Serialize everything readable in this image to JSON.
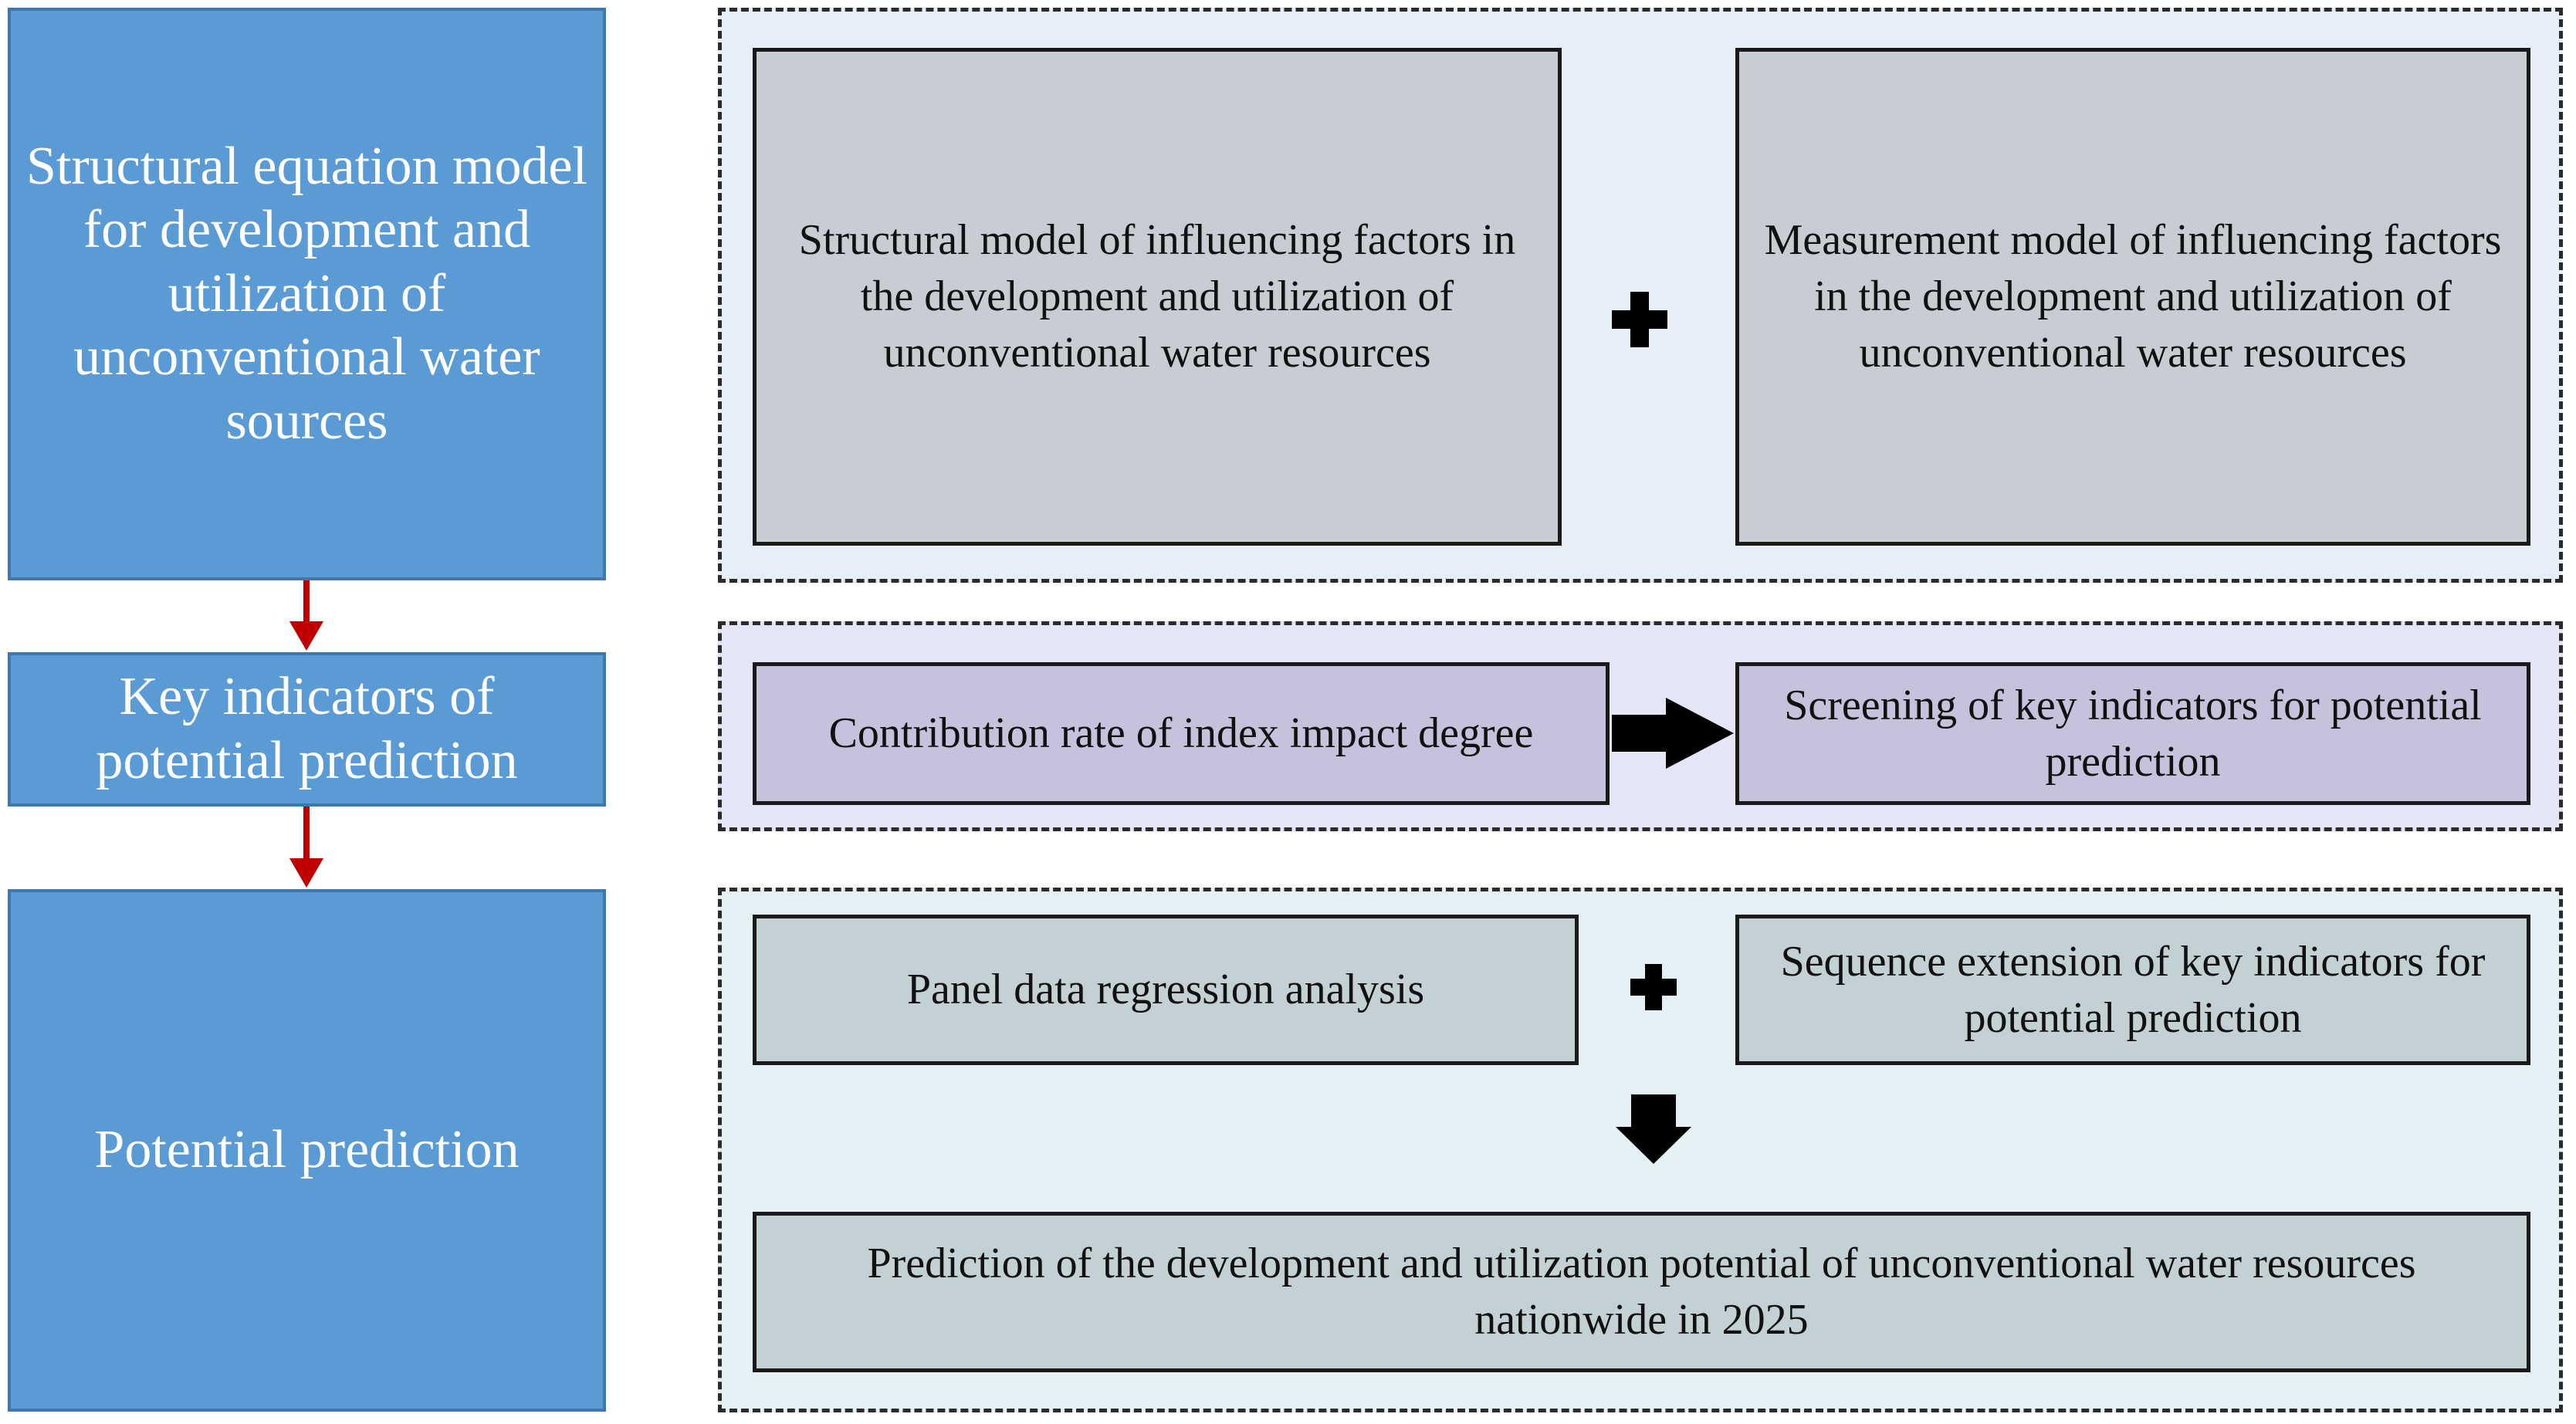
{
  "stages": [
    {
      "label": "Structural equation model for development and utilization of unconventional water sources"
    },
    {
      "label": "Key indicators of potential prediction"
    },
    {
      "label": "Potential prediction"
    }
  ],
  "panel1": {
    "left_box": "Structural model of influencing factors in the development and utilization of unconventional water resources",
    "right_box": "Measurement model of influencing factors in the development and utilization of unconventional water resources",
    "operator": "plus"
  },
  "panel2": {
    "left_box": "Contribution rate of index impact degree",
    "right_box": "Screening of key indicators for potential prediction",
    "operator": "right-arrow"
  },
  "panel3": {
    "left_box": "Panel data regression analysis",
    "right_box": "Sequence extension of key indicators for potential prediction",
    "bottom_box": "Prediction of the development and utilization potential of unconventional water resources nationwide in 2025",
    "operators": [
      "plus",
      "down-arrow"
    ]
  },
  "colors": {
    "stage_fill": "#5b9bd5",
    "stage_arrow": "#c00000",
    "panel1_bg": "#e6eef8",
    "panel2_bg": "#e5e5f8",
    "panel3_bg": "#e6f1f6",
    "box1_fill": "#c8ccd3",
    "box2_fill": "#c7c2dc",
    "box3_fill": "#c3d0d4"
  }
}
